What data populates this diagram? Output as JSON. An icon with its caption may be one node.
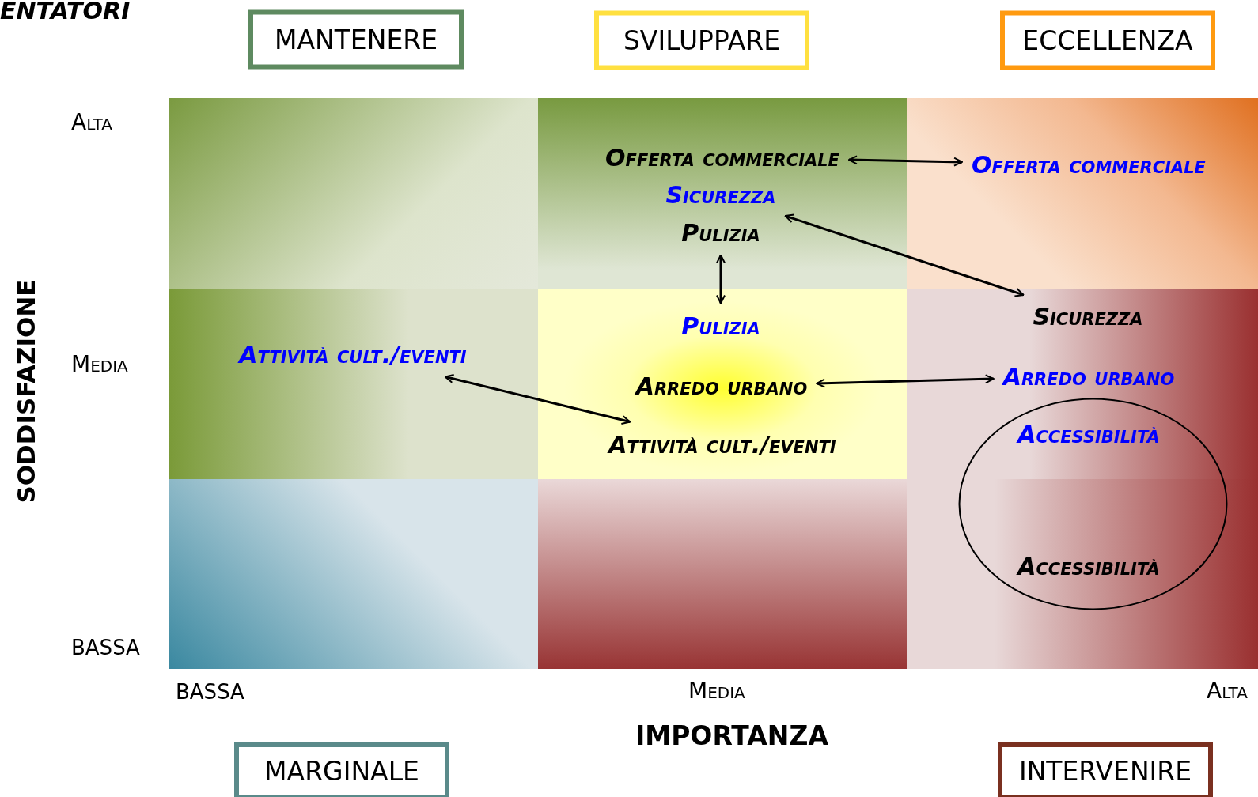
{
  "diagram": {
    "nodes": [
      {
        "text": [
          "MANTENERE"
        ]
      },
      {
        "text": [
          "SVILUPPARE"
        ]
      },
      {
        "text": [
          "ECCELLENZA"
        ]
      },
      {
        "text": [],
        "shape": "box"
      },
      {
        "text": [],
        "shape": "box"
      },
      {
        "text": [],
        "shape": "box"
      },
      {
        "text": [],
        "shape": "box"
      },
      {
        "text": [],
        "shape": "box"
      },
      {
        "text": [],
        "shape": "box"
      },
      {
        "text": [],
        "shape": "box"
      },
      {
        "text": [],
        "shape": "box"
      },
      {
        "text": [],
        "shape": "box"
      },
      {
        "text": [
          "Offerta commerciale"
        ],
        "in": 4
      },
      {
        "text": [
          "Offerta commerciale"
        ],
        "in": 5
      },
      {
        "text": [
          "Sicurezza"
        ],
        "in": 4
      },
      {
        "text": [
          "Pulizia"
        ],
        "in": 4
      },
      {
        "text": [
          "Attività cult./eventi"
        ],
        "in": 6
      },
      {
        "text": [
          "Pulizia"
        ],
        "in": 7
      },
      {
        "text": [
          "Sicurezza"
        ],
        "in": 8
      },
      {
        "text": [
          "Arredo urbano"
        ],
        "in": 7
      },
      {
        "text": [
          "Arredo urbano"
        ],
        "in": 8
      },
      {
        "text": [],
        "shape": "circle"
      },
      {
        "text": [
          "Accessibilità"
        ]
      },
      {
        "text": [
          "Attività cult./eventi"
        ],
        "in": 7
      },
      {
        "text": [
          "Accessibilità"
        ]
      },
      {
        "text": [
          "MARGINALE"
        ]
      },
      {
        "text": [
          "INTERVENIRE"
        ]
      }
    ],
    "edges": [
      {
        "from": 12,
        "to": 13,
        "arrow": "both"
      },
      {
        "from": 14,
        "to": 18,
        "arrow": "both"
      },
      {
        "from": 15,
        "to": 17,
        "arrow": "both"
      },
      {
        "from": 16,
        "to": 23,
        "arrow": "both"
      },
      {
        "from": 19,
        "to": 20,
        "arrow": "both"
      }
    ],
    "labels": [
      "ENTATORI",
      "Alta",
      "Media",
      "BASSA",
      "SODDISFAZIONE",
      "BASSA",
      "Media",
      "Alta",
      "IMPORTANZA"
    ]
  }
}
